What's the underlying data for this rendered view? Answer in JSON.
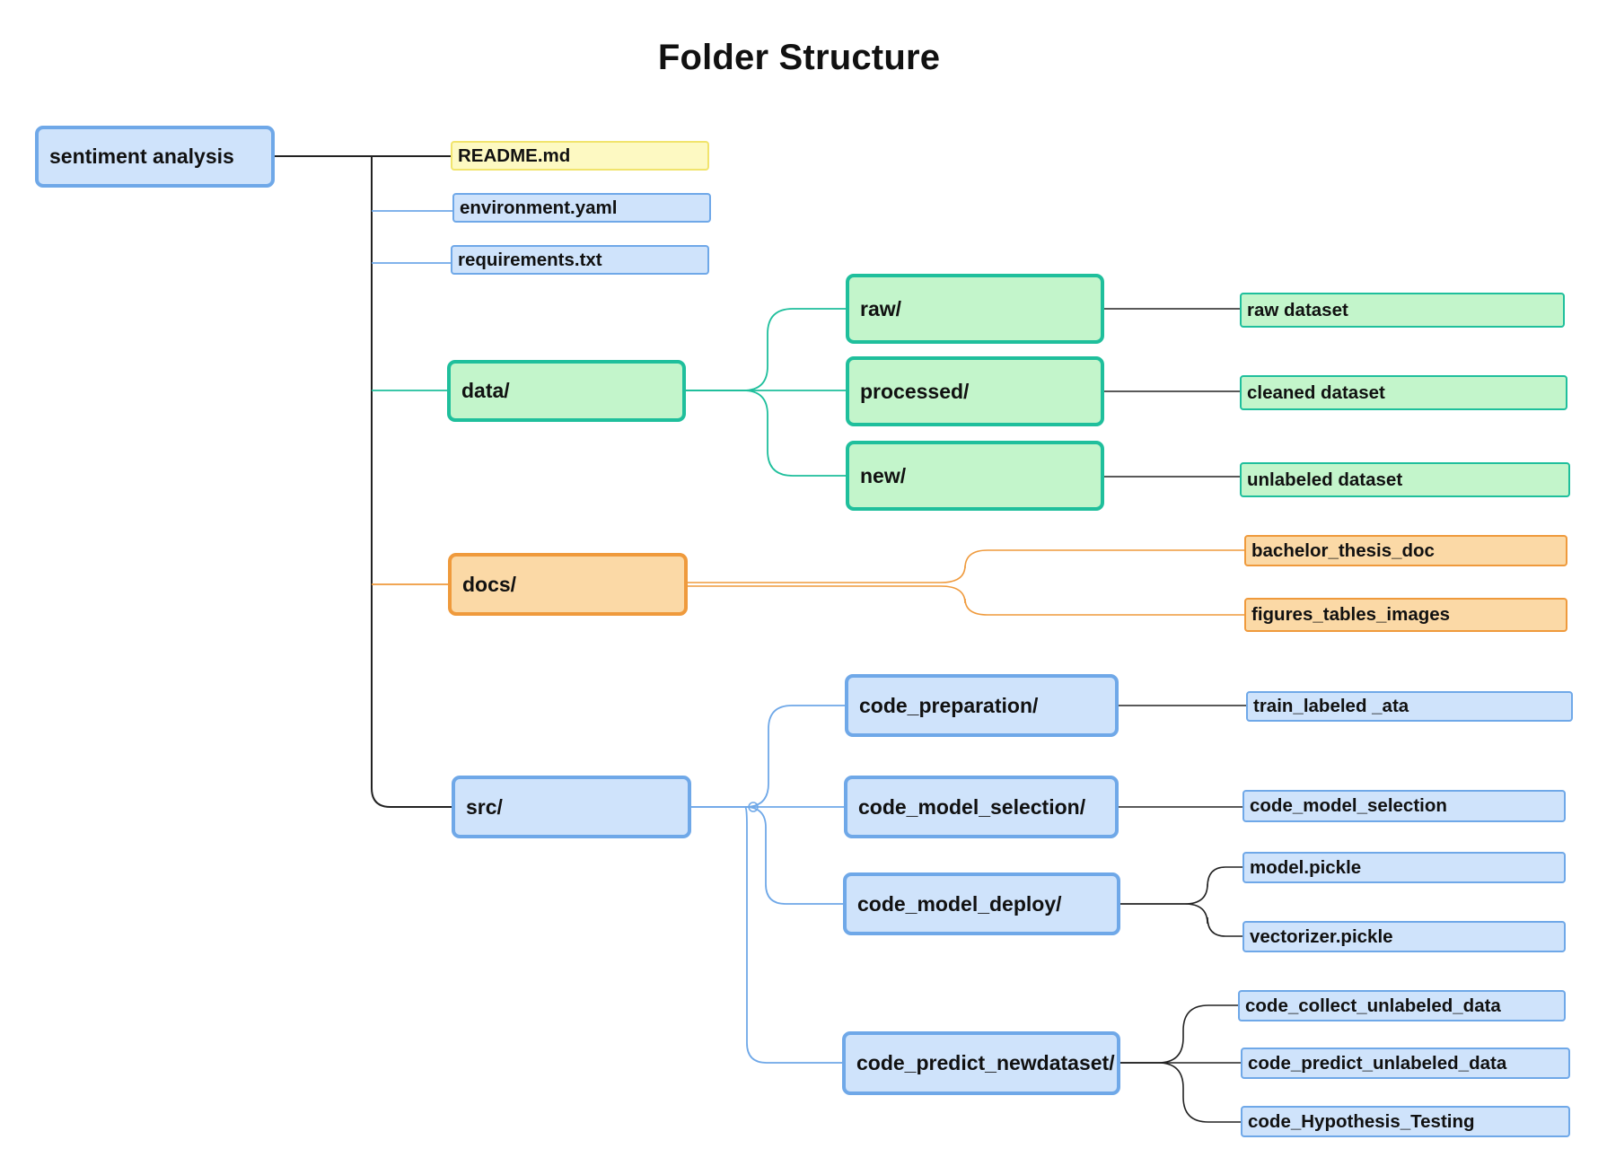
{
  "title": "Folder Structure",
  "colors": {
    "blue_fill": "#cfe3fb",
    "blue_border": "#6fa8e8",
    "green_fill": "#c3f5cb",
    "green_border": "#1fbf9c",
    "orange_fill": "#fbd9a6",
    "orange_border": "#ef9a3c",
    "yellow_fill": "#fdf9c2",
    "yellow_border": "#f1e46c",
    "connector_dark": "#222222"
  },
  "nodes": {
    "root": "sentiment analysis",
    "readme": "README.md",
    "environment": "environment.yaml",
    "requirements": "requirements.txt",
    "data": "data/",
    "raw": "raw/",
    "processed": "processed/",
    "new": "new/",
    "raw_dataset": "raw dataset",
    "cleaned_dataset": "cleaned dataset",
    "unlabeled_dataset": "unlabeled dataset",
    "docs": "docs/",
    "bachelor_thesis_doc": "bachelor_thesis_doc",
    "figures_tables_images": "figures_tables_images",
    "src": "src/",
    "code_preparation": "code_preparation/",
    "code_model_selection": "code_model_selection/",
    "code_model_deploy": "code_model_deploy/",
    "code_predict_newdataset": "code_predict_newdataset/",
    "train_labeled_ata": "train_labeled _ata",
    "code_model_selection_file": "code_model_selection",
    "model_pickle": "model.pickle",
    "vectorizer_pickle": "vectorizer.pickle",
    "code_collect_unlabeled_data": "code_collect_unlabeled_data",
    "code_predict_unlabeled_data": "code_predict_unlabeled_data",
    "code_hypothesis_testing": "code_Hypothesis_Testing"
  }
}
